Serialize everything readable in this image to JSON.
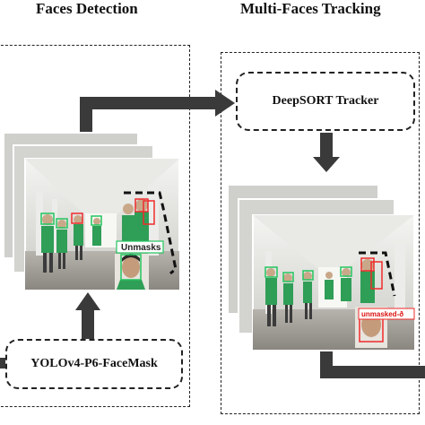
{
  "titles": {
    "detection": "Faces Detection",
    "tracking": "Multi-Faces Tracking"
  },
  "boxes": {
    "tracker": "DeepSORT Tracker",
    "detector": "YOLOv4-P6-FaceMask"
  },
  "frame_labels": {
    "detection_label": "Unmasks",
    "tracking_label": "unmasked-ð"
  },
  "colors": {
    "arrow": "#3a3a3a",
    "mask_box": "#22c55e",
    "unmask_box": "#ef2b2b",
    "uniform": "#2f9e57"
  }
}
